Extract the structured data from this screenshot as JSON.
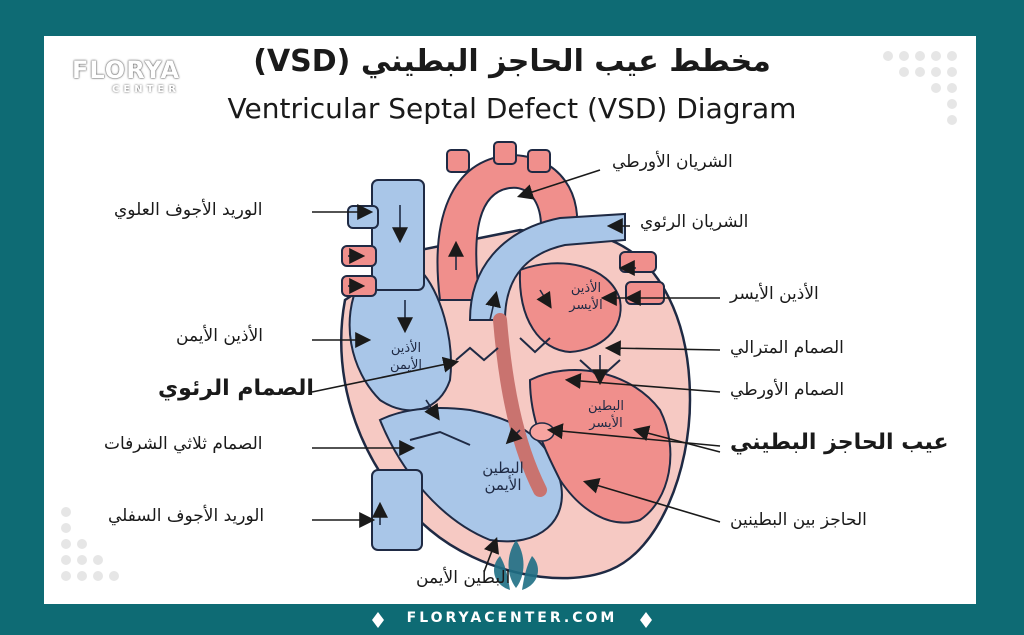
{
  "brand": {
    "logo_main": "FLORYA",
    "logo_sub": "CENTER",
    "footer": "FLORYACENTER.COM"
  },
  "title": {
    "arabic": "مخطط عيب الحاجز البطيني (VSD)",
    "english": "Ventricular Septal Defect (VSD) Diagram"
  },
  "labels_left": {
    "svc": "الوريد الأجوف العلوي",
    "right_atrium": "الأذين الأيمن",
    "pulmonary_valve": "الصمام الرئوي",
    "tricuspid_valve": "الصمام ثلاثي الشرفات",
    "ivc": "الوريد الأجوف السفلي",
    "right_ventricle_bottom": "البطين الأيمن"
  },
  "labels_right": {
    "aorta": "الشريان الأورطي",
    "pulmonary_artery": "الشريان الرئوي",
    "left_atrium": "الأذين الأيسر",
    "mitral_valve": "الصمام المترالي",
    "aortic_valve": "الصمام الأورطي",
    "vsd": "عيب الحاجز البطيني",
    "septum": "الحاجز بين البطينين"
  },
  "inner_labels": {
    "ra_line1": "الأذين",
    "ra_line2": "الأيمن",
    "la_line1": "الأذين",
    "la_line2": "الأيسر",
    "lv_line1": "البطين",
    "lv_line2": "الأيسر",
    "rv_line1": "البطين",
    "rv_line2": "الأيمن"
  },
  "colors": {
    "frame": "#0e6b74",
    "blue": "#a9c6e8",
    "red": "#f08f8c",
    "outline": "#1f2a44"
  }
}
